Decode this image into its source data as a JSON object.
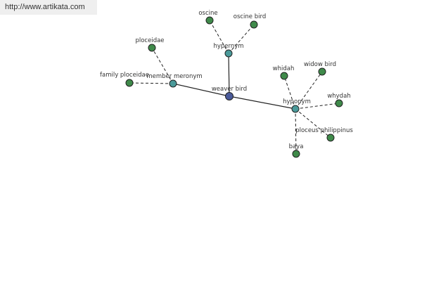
{
  "header": {
    "url": "http://www.artikata.com"
  },
  "colors": {
    "center": "#4a5a9a",
    "relation": "#4a9a9a",
    "leaf": "#3f8a4a"
  },
  "graph": {
    "nodes": [
      {
        "id": "center",
        "label": "weaver bird",
        "kind": "center"
      },
      {
        "id": "hypernym",
        "label": "hypernym",
        "kind": "relation"
      },
      {
        "id": "meronym",
        "label": "member meronym",
        "kind": "relation"
      },
      {
        "id": "hyponym",
        "label": "hyponym",
        "kind": "relation"
      },
      {
        "id": "oscine",
        "label": "oscine",
        "kind": "leaf"
      },
      {
        "id": "oscine-bird",
        "label": "oscine bird",
        "kind": "leaf"
      },
      {
        "id": "ploceidae",
        "label": "ploceidae",
        "kind": "leaf"
      },
      {
        "id": "family-ploceidae",
        "label": "family ploceidae",
        "kind": "leaf"
      },
      {
        "id": "whidah",
        "label": "whidah",
        "kind": "leaf"
      },
      {
        "id": "widow-bird",
        "label": "widow bird",
        "kind": "leaf"
      },
      {
        "id": "whydah",
        "label": "whydah",
        "kind": "leaf"
      },
      {
        "id": "ploceus",
        "label": "ploceus philippinus",
        "kind": "leaf"
      },
      {
        "id": "baya",
        "label": "baya",
        "kind": "leaf"
      }
    ],
    "edges": [
      {
        "from": "center",
        "to": "hypernym",
        "style": "solid"
      },
      {
        "from": "center",
        "to": "meronym",
        "style": "solid"
      },
      {
        "from": "center",
        "to": "hyponym",
        "style": "solid"
      },
      {
        "from": "hypernym",
        "to": "oscine",
        "style": "dashed"
      },
      {
        "from": "hypernym",
        "to": "oscine-bird",
        "style": "dashed"
      },
      {
        "from": "meronym",
        "to": "ploceidae",
        "style": "dashed"
      },
      {
        "from": "meronym",
        "to": "family-ploceidae",
        "style": "dashed"
      },
      {
        "from": "hyponym",
        "to": "whidah",
        "style": "dashed"
      },
      {
        "from": "hyponym",
        "to": "widow-bird",
        "style": "dashed"
      },
      {
        "from": "hyponym",
        "to": "whydah",
        "style": "dashed"
      },
      {
        "from": "hyponym",
        "to": "ploceus",
        "style": "dashed"
      },
      {
        "from": "hyponym",
        "to": "baya",
        "style": "dashed"
      }
    ]
  }
}
